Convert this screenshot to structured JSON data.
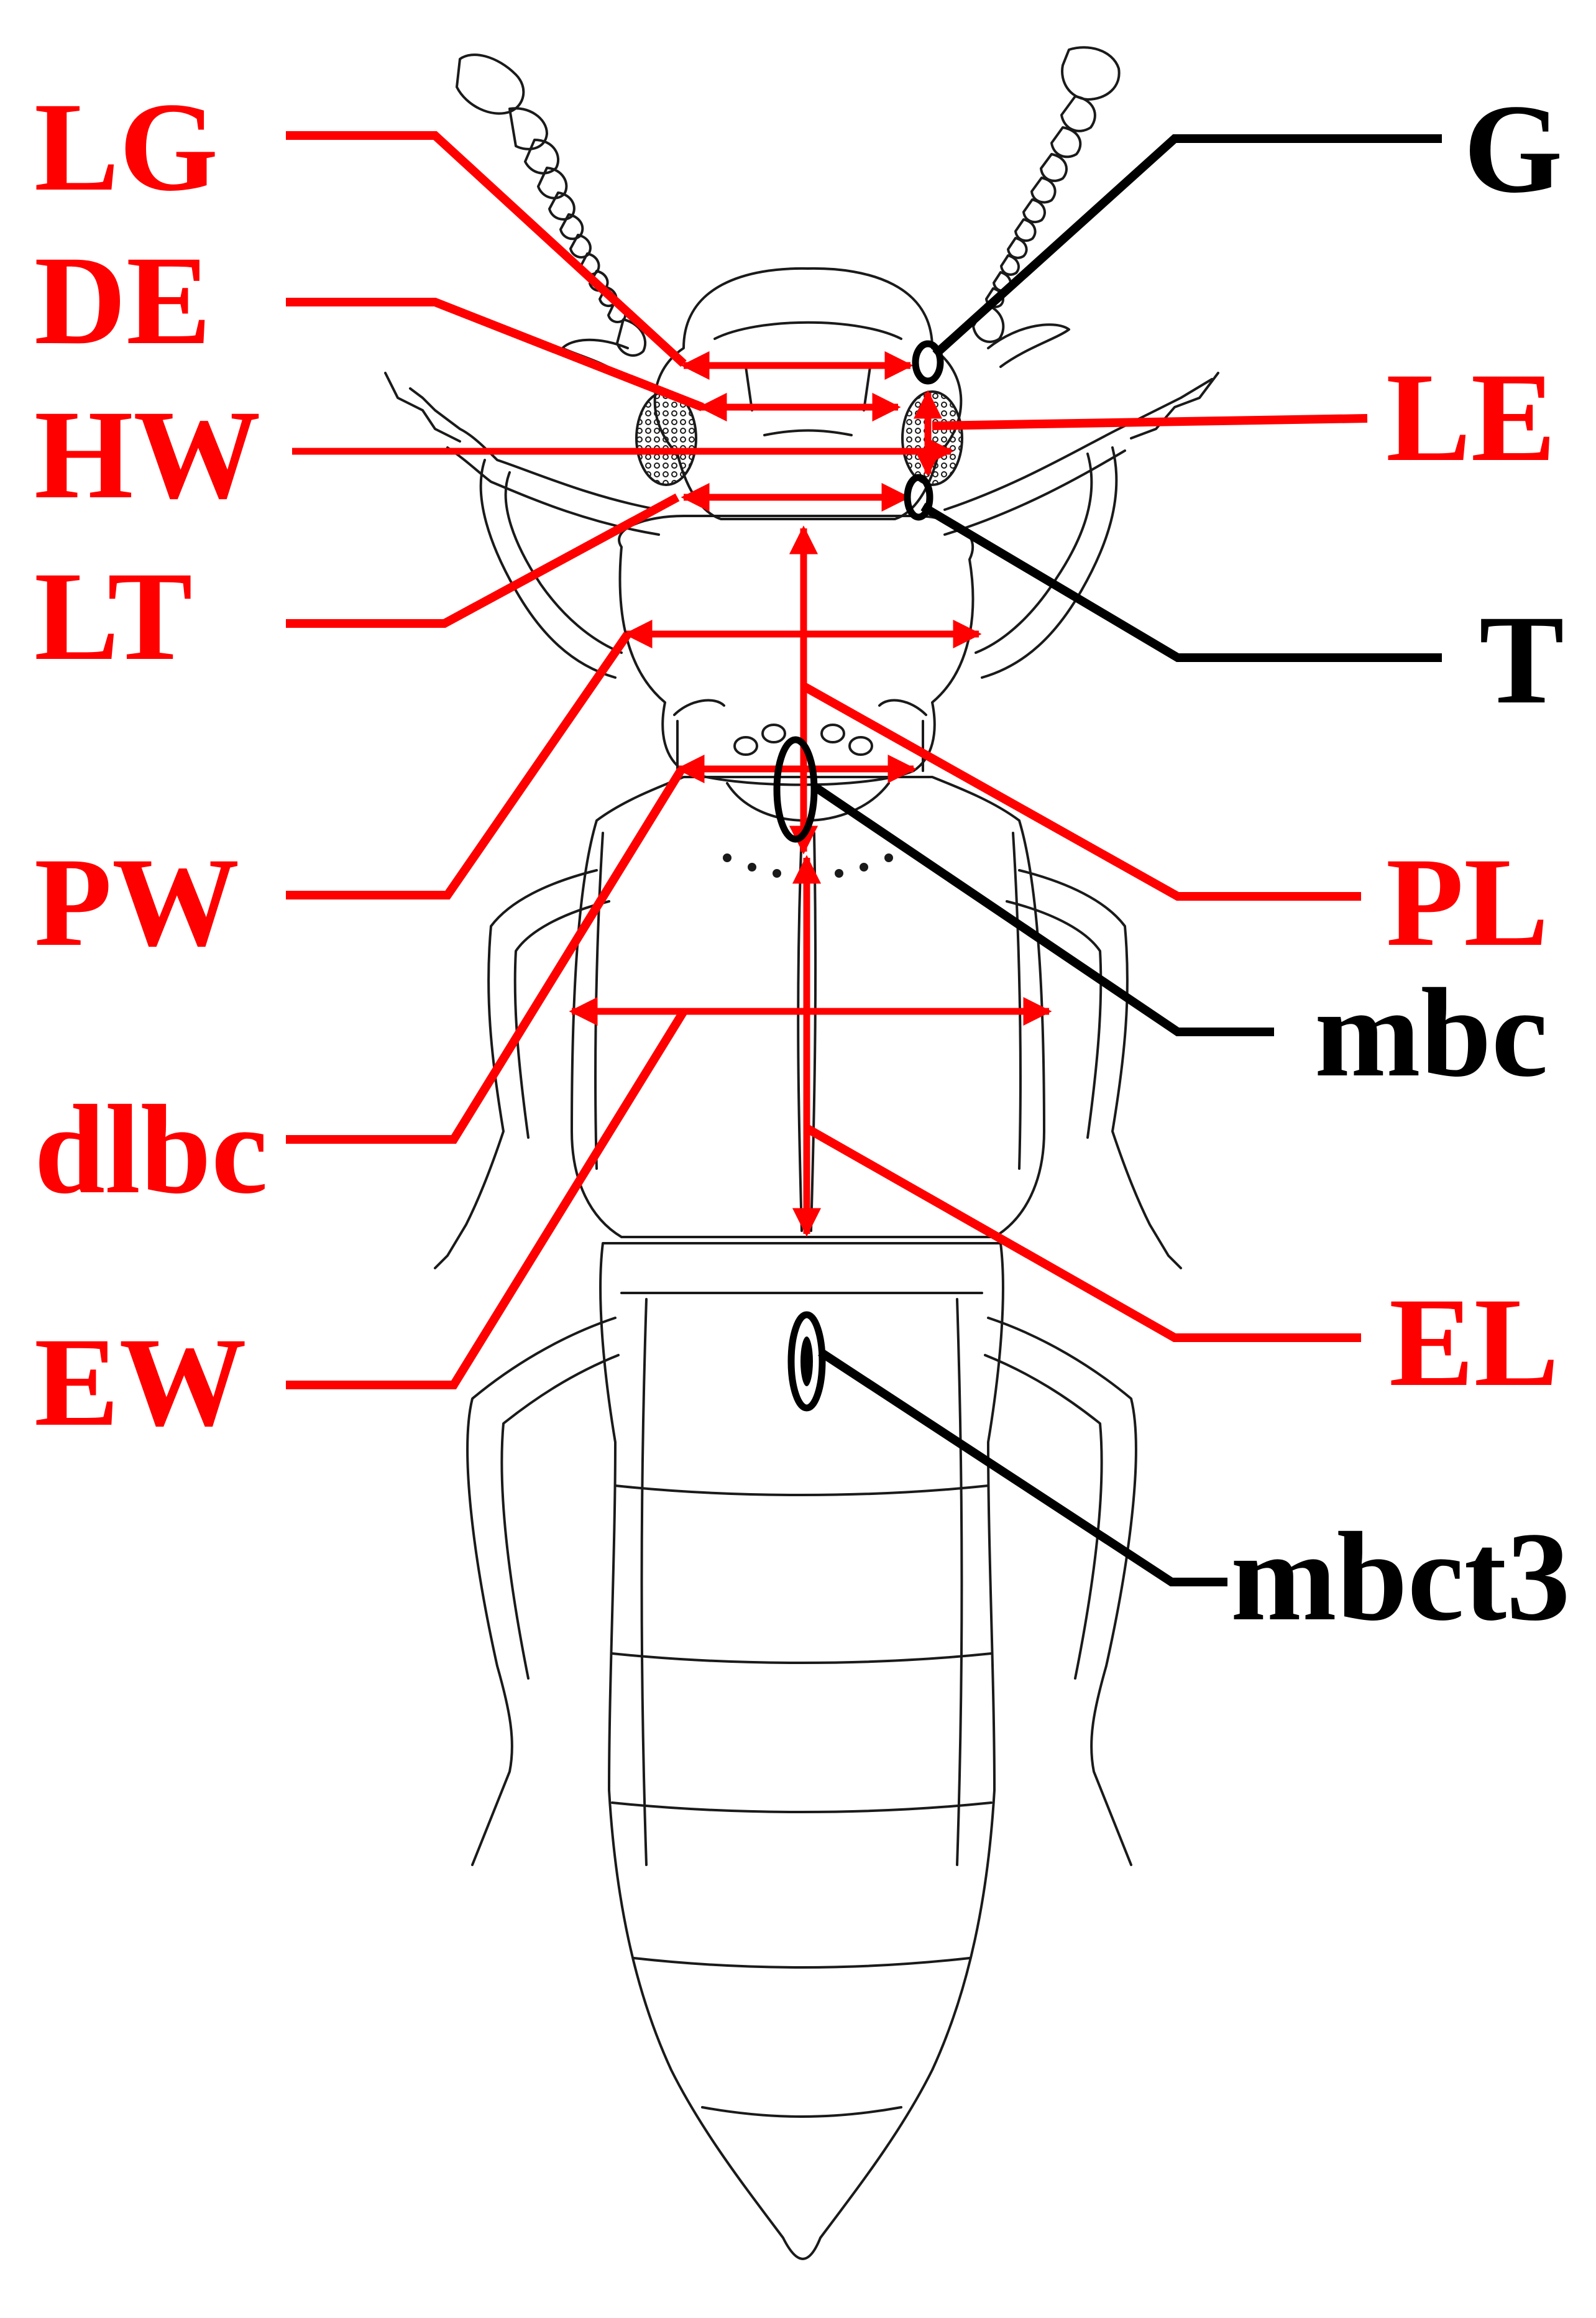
{
  "labels": {
    "LG": "LG",
    "DE": "DE",
    "HW": "HW",
    "LT": "LT",
    "PW": "PW",
    "dlbc": "dlbc",
    "EW": "EW",
    "G": "G",
    "LE": "LE",
    "T": "T",
    "PL": "PL",
    "mbc": "mbc",
    "EL": "EL",
    "mbct3": "mbct3"
  },
  "colors": {
    "measurement": "#ff0000",
    "structure": "#000000",
    "outline": "#1a1a1a"
  }
}
